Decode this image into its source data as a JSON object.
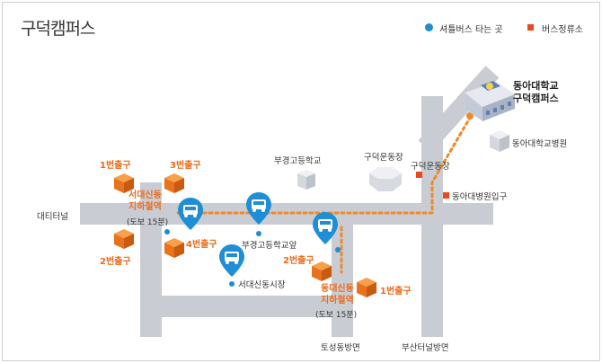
{
  "title": "구덕캠퍼스",
  "legend": {
    "shuttle": "셔틀버스 타는 곳",
    "busstop": "버스정류소"
  },
  "places": {
    "campus": [
      "동아대학교",
      "구덕캠퍼스"
    ],
    "hospital": "동아대학교병원",
    "stadium": "구덕운동장",
    "stadium_stop": "구덕운동장",
    "hospital_gate": "동아대병원입구",
    "busan_girls_school": "부경고등학교",
    "school_stop": "부경고등학교앞",
    "market": "서대신동시장",
    "daetinel": "대티터널",
    "toseong": "토성동방면",
    "busan_tunnel": "부산터널방면"
  },
  "stations": {
    "seodaesin": [
      "서대신동",
      "지하철역"
    ],
    "seodaesin_walk": "(도보 15분)",
    "dongdaesin": [
      "동대신동",
      "지하철역"
    ],
    "dongdaesin_walk": "(도보 15분)"
  },
  "exits": {
    "s_exit1": "1번출구",
    "s_exit3": "3번출구",
    "s_exit2": "2번출구",
    "s_exit4": "4번출구",
    "d_exit2": "2번출구",
    "d_exit1": "1번출구"
  },
  "colors": {
    "road": "#c9cdd3",
    "shuttle_blue": "#1f8ed6",
    "exit_orange": "#ee6a1a",
    "busstop_red": "#e94a1c"
  }
}
